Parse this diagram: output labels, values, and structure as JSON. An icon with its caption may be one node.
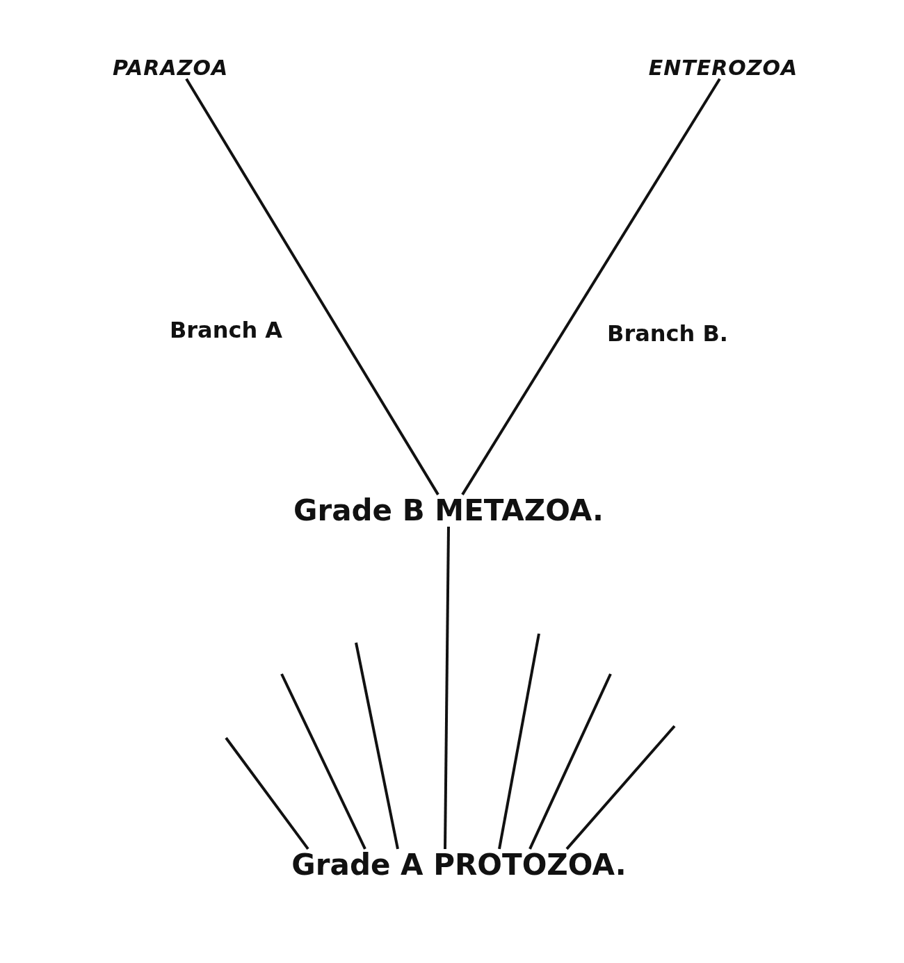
{
  "diagram": {
    "nodes": [
      {
        "text": [
          "PARAZOA"
        ]
      },
      {
        "text": [
          "ENTEROZOA"
        ]
      },
      {
        "text": [
          "Grade B METAZOA."
        ]
      },
      {
        "text": [
          "Grade A PROTOZOA."
        ]
      }
    ],
    "edges": [
      {
        "from": 0,
        "to": 2,
        "arrow": "none",
        "label": "Branch A"
      },
      {
        "from": 1,
        "to": 2,
        "arrow": "none",
        "label": "Branch B."
      },
      {
        "from": 2,
        "to": 3,
        "arrow": "none"
      },
      {
        "from": 3,
        "to": null,
        "arrow": "none"
      },
      {
        "from": 3,
        "to": null,
        "arrow": "none"
      },
      {
        "from": 3,
        "to": null,
        "arrow": "none"
      },
      {
        "from": 3,
        "to": null,
        "arrow": "none"
      },
      {
        "from": 3,
        "to": null,
        "arrow": "none"
      },
      {
        "from": 3,
        "to": null,
        "arrow": "none"
      }
    ]
  }
}
